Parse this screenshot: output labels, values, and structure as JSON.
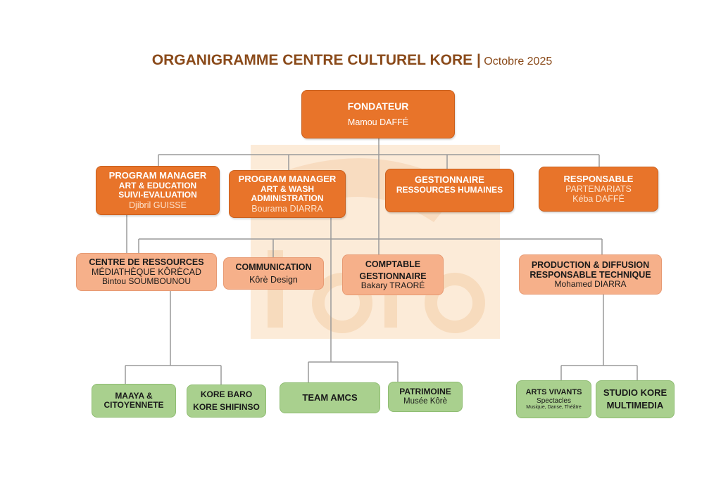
{
  "title": {
    "main": "ORGANIGRAMME CENTRE CULTUREL KORE |",
    "date": "Octobre 2025"
  },
  "watermark": {
    "text": "Kôrè"
  },
  "founder": {
    "role": "FONDATEUR",
    "name": "Mamou DAFFÉ"
  },
  "level2": [
    {
      "l1": "PROGRAM MANAGER",
      "l2": "ART & EDUCATION",
      "l3": "SUIVI-EVALUATION",
      "name": "Djibril GUISSE"
    },
    {
      "l1": "PROGRAM MANAGER",
      "l2": "ART & WASH",
      "l3": "ADMINISTRATION",
      "name": "Bourama DIARRA"
    },
    {
      "l1": "GESTIONNAIRE",
      "l2": "RESSOURCES HUMAINES"
    },
    {
      "l1": "RESPONSABLE",
      "l2": "PARTENARIATS",
      "name": "Kéba DAFFÉ"
    }
  ],
  "level3": [
    {
      "l1": "CENTRE DE RESSOURCES",
      "l2": "MÉDIATHÈQUE KÔRÈCAD",
      "name": "Bintou SOUMBOUNOU"
    },
    {
      "l1": "COMMUNICATION",
      "l2": "Kôrè Design"
    },
    {
      "l1": "COMPTABLE",
      "l2": "GESTIONNAIRE",
      "name": "Bakary TRAORÉ"
    },
    {
      "l1": "PRODUCTION & DIFFUSION",
      "l2": "RESPONSABLE TECHNIQUE",
      "name": "Mohamed DIARRA"
    }
  ],
  "level4": [
    {
      "l1": "MAAYA &",
      "l2": "CITOYENNETE"
    },
    {
      "l1": "KORE BARO",
      "l2": "KORE SHIFINSO"
    },
    {
      "l1": "TEAM AMCS"
    },
    {
      "l1": "PATRIMOINE",
      "l2": "Musée Kôrè"
    },
    {
      "l1": "ARTS VIVANTS",
      "l2": "Spectacles",
      "l3": "Musique, Danse, Théâtre"
    },
    {
      "l1": "STUDIO KORE",
      "l2": "MULTIMEDIA"
    }
  ],
  "colors": {
    "level1_2": "#e8742a",
    "level3": "#f6b08a",
    "level4": "#a9d08e",
    "title": "#8a4a1a",
    "lines": "#9a9a9a"
  }
}
